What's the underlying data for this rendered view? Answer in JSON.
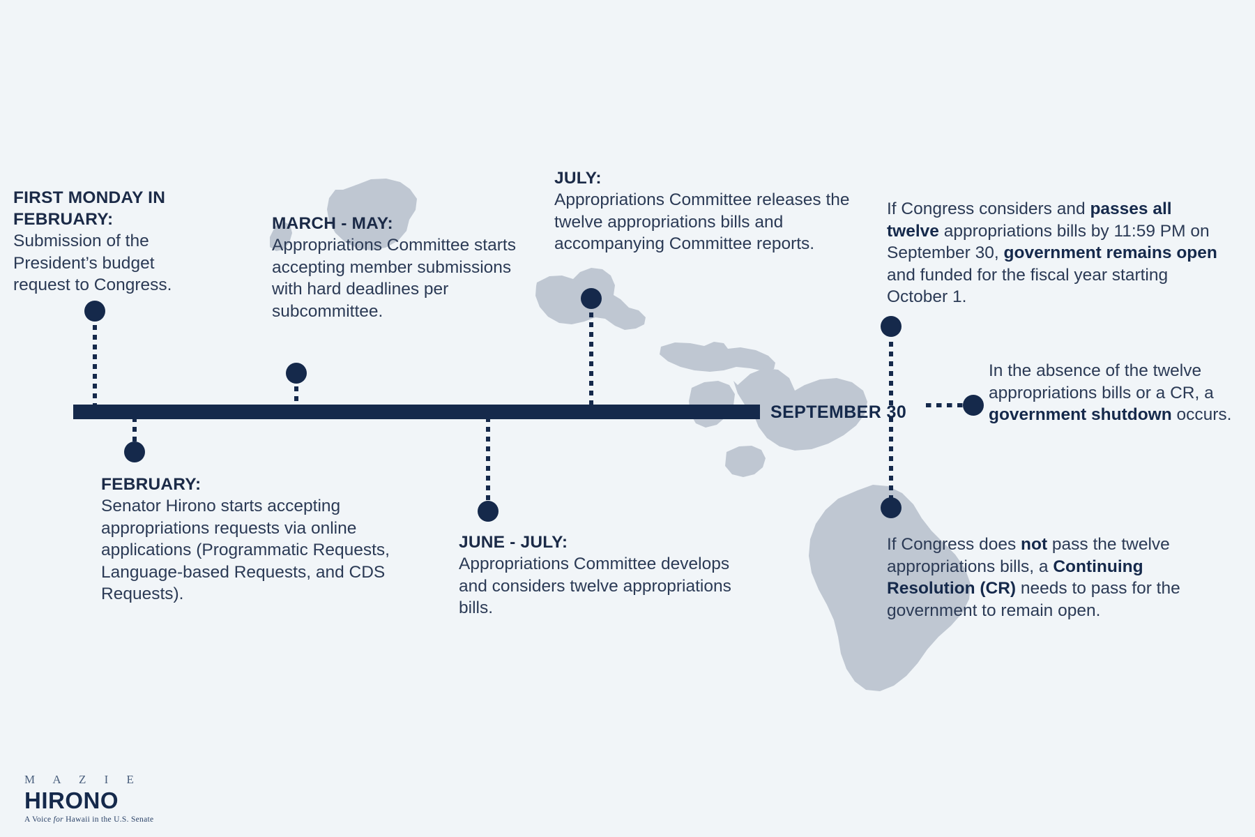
{
  "page": {
    "background_color": "#f1f5f8",
    "accent_color": "#15294b",
    "map_color": "#bfc7d2",
    "body_text_color": "#2b3a55"
  },
  "timeline": {
    "axis_end_label": "SEPTEMBER 30"
  },
  "milestones": [
    {
      "id": "first-monday-february",
      "heading": "FIRST MONDAY IN FEBRUARY:",
      "body": "Submission of the President’s budget request to Congress.",
      "position": "above"
    },
    {
      "id": "february",
      "heading": "FEBRUARY:",
      "body": "Senator Hirono starts accepting appropriations requests via online applications (Programmatic Requests, Language-based Requests, and CDS Requests).",
      "position": "below"
    },
    {
      "id": "march-may",
      "heading": "MARCH - MAY:",
      "body": "Appropriations Committee starts accepting member submissions with hard deadlines per subcommittee.",
      "position": "above"
    },
    {
      "id": "june-july",
      "heading": "JUNE - JULY:",
      "body": "Appropriations Committee develops and considers twelve appropriations bills.",
      "position": "below"
    },
    {
      "id": "july",
      "heading": "JULY:",
      "body": "Appropriations Committee releases the twelve appropriations bills and accompanying Committee reports.",
      "position": "above"
    }
  ],
  "outcomes": {
    "pass_all": {
      "id": "government-remains-open",
      "html": "If Congress considers and <b>passes all twelve</b> appropriations bills by 11:59 PM on September 30, <b>government remains open</b> and funded for the fiscal year starting October 1.",
      "plain": "If Congress considers and passes all twelve appropriations bills by 11:59 PM on September 30, government remains open and funded for the fiscal year starting October 1."
    },
    "shutdown": {
      "id": "government-shutdown",
      "html": "In the absence of the twelve appropriations bills or a CR, a <b>government shutdown</b> occurs.",
      "plain": "In the absence of the twelve appropriations bills or a CR, a government shutdown occurs."
    },
    "continuing_resolution": {
      "id": "continuing-resolution",
      "html": "If Congress does <b>not</b> pass the twelve appropriations bills, a <b>Continuing Resolution (CR)</b> needs to pass for the government to remain open.",
      "plain": "If Congress does not pass the twelve appropriations bills, a Continuing Resolution (CR) needs to pass for the government to remain open."
    }
  },
  "logo": {
    "first_name": "M A Z I E",
    "last_name": "HIRONO",
    "tagline_pre": "A Voice ",
    "tagline_italic": "for",
    "tagline_post": " Hawaii in the U.S. Senate"
  }
}
